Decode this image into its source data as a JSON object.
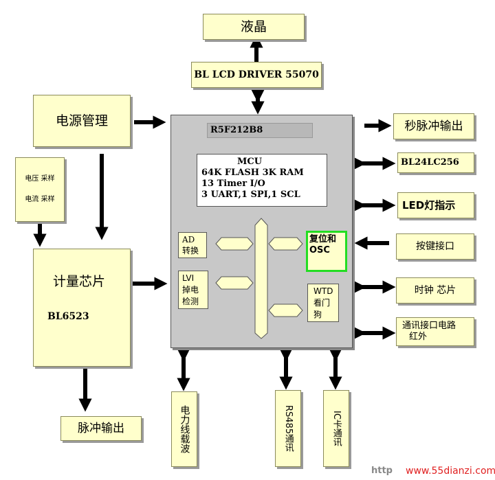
{
  "lcd": "液晶",
  "lcd_driver": "BL LCD DRIVER 55070",
  "power_mgmt": "电源管理",
  "voltage_sample": "电压 采样",
  "current_sample": "电流 采样",
  "metering_chip": "计量芯片",
  "metering_model": "BL6523",
  "pulse_out": "脉冲输出",
  "mcu_model": "R5F212B8",
  "mcu_info": [
    "MCU",
    "64K FLASH 3K RAM",
    "13 Timer I/O",
    "3 UART,1 SPI,1 SCL"
  ],
  "ad_line1": "AD",
  "ad_line2": "转换",
  "lvi_line1": "LVI",
  "lvi_line2": "掉电",
  "lvi_line3": "检测",
  "reset_line1": "复位和",
  "reset_line2": "OSC",
  "wtd_line1": "WTD",
  "wtd_line2": "看门",
  "wtd_line3": "狗",
  "second_pulse": "秒脉冲输出",
  "eeprom": "BL24LC256",
  "led": "LED灯指示",
  "keys": "按键接口",
  "clock_chip": "时钟 芯片",
  "comm_line1": "通讯接口电路",
  "comm_line2": "红外",
  "plc": "电力线载波",
  "rs485": "RS485通讯",
  "ic_card": "IC卡通讯",
  "watermark": "www.55dianzi.com",
  "watermark_left": "http"
}
